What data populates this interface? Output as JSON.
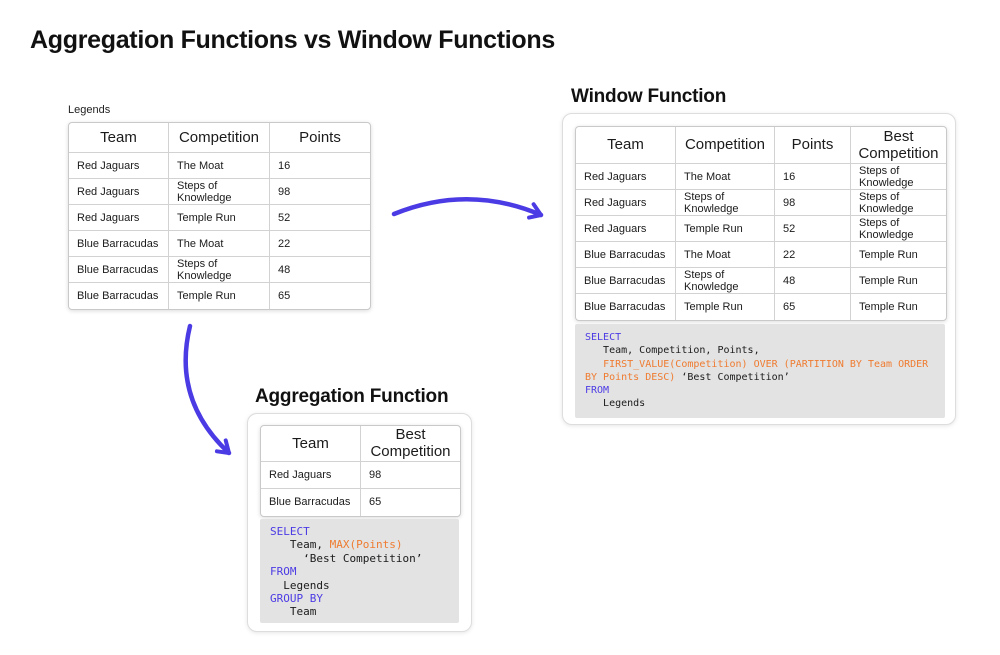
{
  "title": "Aggregation Functions vs Window Functions",
  "colors": {
    "arrow_blue": "#4b3be4",
    "keyword_blue": "#4b3be4",
    "function_orange": "#ef7b30",
    "code_background": "#e3e3e3",
    "table_border": "#d2d2d2"
  },
  "legends": {
    "label": "Legends",
    "headers": [
      "Team",
      "Competition",
      "Points"
    ],
    "rows": [
      [
        "Red Jaguars",
        "The Moat",
        "16"
      ],
      [
        "Red Jaguars",
        "Steps of Knowledge",
        "98"
      ],
      [
        "Red Jaguars",
        "Temple Run",
        "52"
      ],
      [
        "Blue Barracudas",
        "The Moat",
        "22"
      ],
      [
        "Blue Barracudas",
        "Steps of Knowledge",
        "48"
      ],
      [
        "Blue Barracudas",
        "Temple Run",
        "65"
      ]
    ]
  },
  "window_function": {
    "title": "Window Function",
    "headers": [
      "Team",
      "Competition",
      "Points",
      "Best Competition"
    ],
    "rows": [
      [
        "Red Jaguars",
        "The Moat",
        "16",
        "Steps of Knowledge"
      ],
      [
        "Red Jaguars",
        "Steps of Knowledge",
        "98",
        "Steps of Knowledge"
      ],
      [
        "Red Jaguars",
        "Temple Run",
        "52",
        "Steps of Knowledge"
      ],
      [
        "Blue Barracudas",
        "The Moat",
        "22",
        "Temple Run"
      ],
      [
        "Blue Barracudas",
        "Steps of Knowledge",
        "48",
        "Temple Run"
      ],
      [
        "Blue Barracudas",
        "Temple Run",
        "65",
        "Temple Run"
      ]
    ],
    "code": [
      [
        [
          "kw",
          "SELECT"
        ]
      ],
      [
        [
          "plain",
          "   Team, Competition, Points,"
        ]
      ],
      [
        [
          "plain",
          "   "
        ],
        [
          "fn",
          "FIRST_VALUE(Competition) OVER (PARTITION BY Team ORDER"
        ]
      ],
      [
        [
          "fn",
          "BY Points DESC)"
        ],
        [
          "plain",
          " ‘Best Competition’"
        ]
      ],
      [
        [
          "kw",
          "FROM"
        ]
      ],
      [
        [
          "plain",
          "   Legends"
        ]
      ]
    ]
  },
  "aggregation_function": {
    "title": "Aggregation Function",
    "headers": [
      "Team",
      "Best Competition"
    ],
    "rows": [
      [
        "Red Jaguars",
        "98"
      ],
      [
        "Blue Barracudas",
        "65"
      ]
    ],
    "code": [
      [
        [
          "kw",
          "SELECT"
        ]
      ],
      [
        [
          "plain",
          "   Team, "
        ],
        [
          "fn",
          "MAX(Points)"
        ]
      ],
      [
        [
          "plain",
          "     ‘Best Competition’"
        ]
      ],
      [
        [
          "kw",
          "FROM"
        ]
      ],
      [
        [
          "plain",
          "  Legends"
        ]
      ],
      [
        [
          "kw",
          "GROUP BY"
        ]
      ],
      [
        [
          "plain",
          "   Team"
        ]
      ]
    ]
  }
}
